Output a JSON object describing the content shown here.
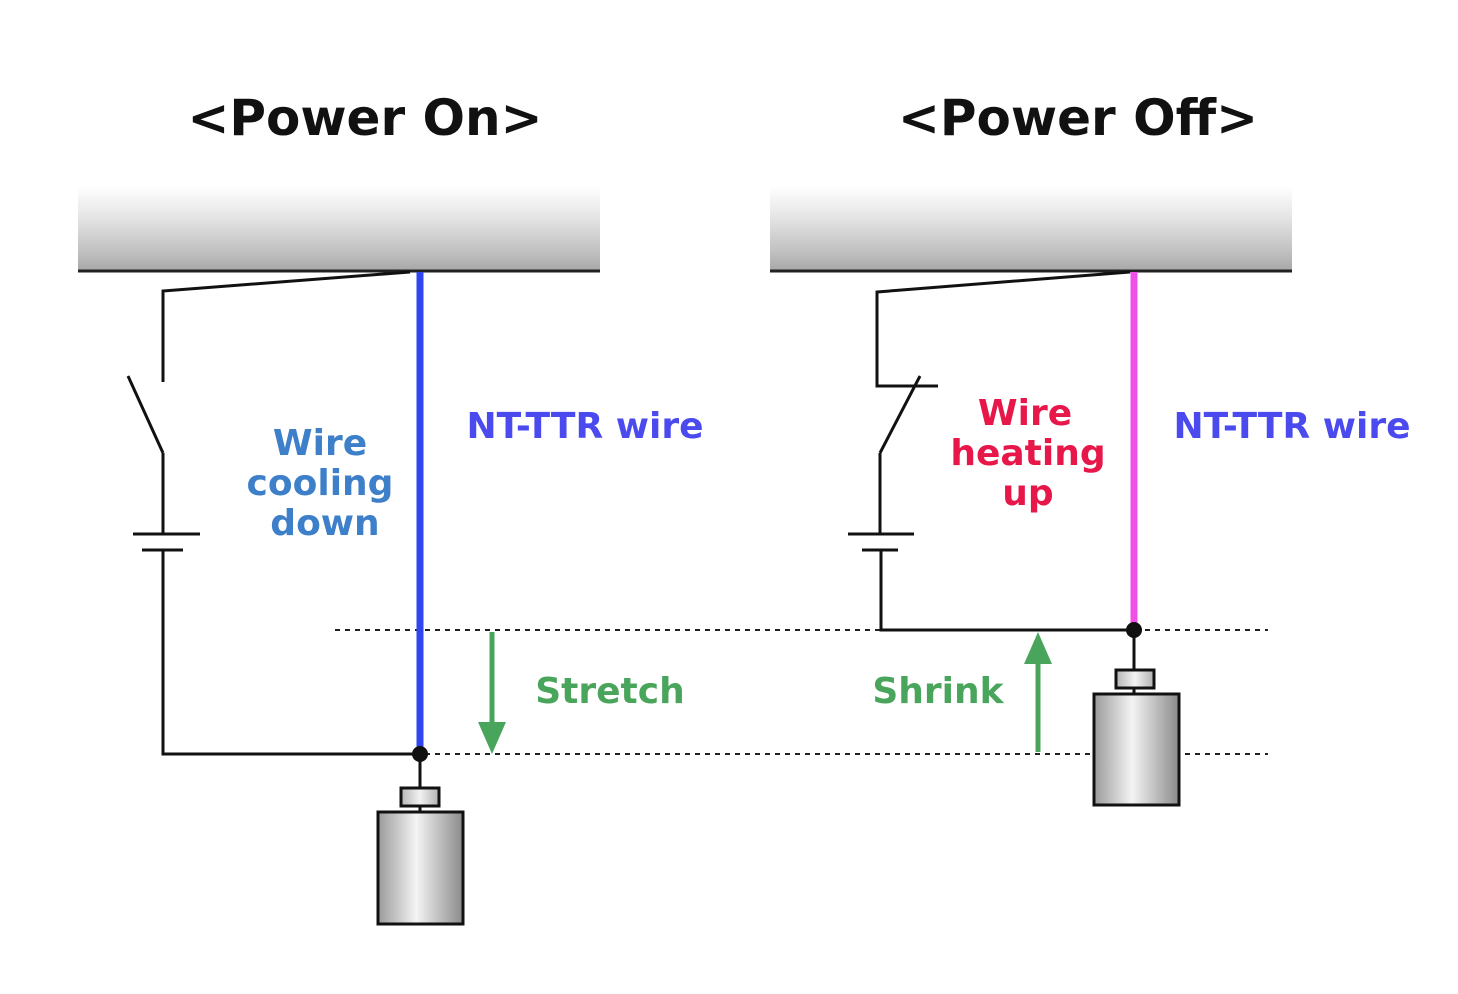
{
  "panels": {
    "power_on": {
      "title": "<Power On>",
      "state_label": [
        "Wire",
        "cooling",
        "down"
      ],
      "wire_label": "NT-TTR wire",
      "motion_label": "Stretch"
    },
    "power_off": {
      "title": "<Power Off>",
      "state_label": [
        "Wire",
        "heating",
        "up"
      ],
      "wire_label": "NT-TTR wire",
      "motion_label": "Shrink"
    }
  },
  "colors": {
    "wire_cool": "#2f45f0",
    "wire_hot": "#f050e8",
    "cool_text": "#3d7fc9",
    "hot_text": "#e8174a",
    "wire_name_text": "#4a4aee",
    "motion_text": "#4aa55c",
    "arrow": "#4aa55c",
    "line": "#111111"
  }
}
